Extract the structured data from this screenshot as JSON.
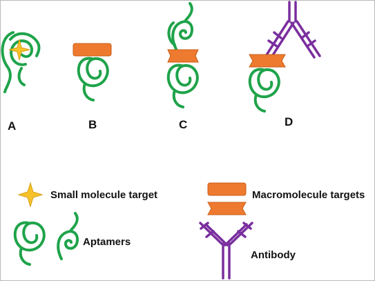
{
  "panels": {
    "a": "A",
    "b": "B",
    "c": "C",
    "d": "D"
  },
  "legend": {
    "small_molecule": "Small molecule target",
    "macromolecule": "Macromolecule targets",
    "aptamers": "Aptamers",
    "antibody": "Antibody"
  },
  "colors": {
    "aptamer": "#1fa34a",
    "macromolecule_fill": "#ee7a2f",
    "macromolecule_stroke": "#c85e18",
    "antibody": "#7a2e9e",
    "small_molecule_fill": "#f6c22a",
    "small_molecule_stroke": "#d69d10"
  }
}
